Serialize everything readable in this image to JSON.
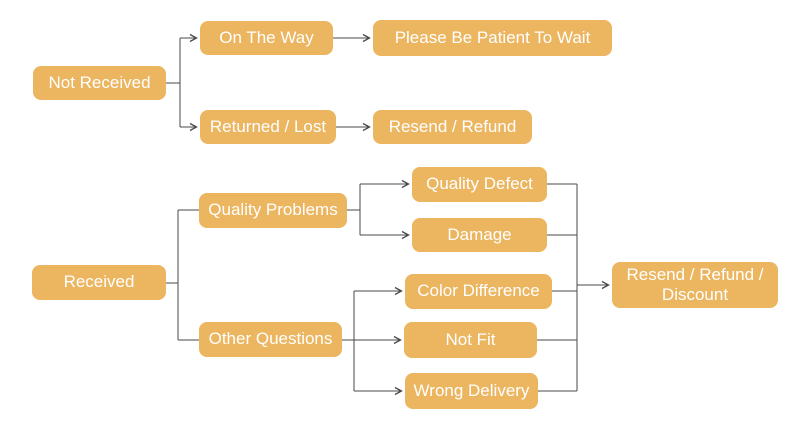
{
  "colors": {
    "node_fill": "#ECB55F",
    "node_text": "#FFFFFF",
    "connector": "#4A4A4A",
    "background": "#FFFFFF"
  },
  "nodes": {
    "not_received": "Not Received",
    "on_the_way": "On The Way",
    "please_be_patient": "Please Be Patient To Wait",
    "returned_lost": "Returned / Lost",
    "resend_refund": "Resend / Refund",
    "received": "Received",
    "quality_problems": "Quality Problems",
    "quality_defect": "Quality Defect",
    "damage": "Damage",
    "other_questions": "Other Questions",
    "color_difference": "Color Difference",
    "not_fit": "Not Fit",
    "wrong_delivery": "Wrong Delivery",
    "resend_refund_discount": "Resend / Refund / Discount"
  },
  "edges": [
    {
      "from": "not_received",
      "to": "on_the_way"
    },
    {
      "from": "not_received",
      "to": "returned_lost"
    },
    {
      "from": "on_the_way",
      "to": "please_be_patient"
    },
    {
      "from": "returned_lost",
      "to": "resend_refund"
    },
    {
      "from": "received",
      "to": "quality_problems"
    },
    {
      "from": "received",
      "to": "other_questions"
    },
    {
      "from": "quality_problems",
      "to": "quality_defect"
    },
    {
      "from": "quality_problems",
      "to": "damage"
    },
    {
      "from": "other_questions",
      "to": "color_difference"
    },
    {
      "from": "other_questions",
      "to": "not_fit"
    },
    {
      "from": "other_questions",
      "to": "wrong_delivery"
    },
    {
      "from": "quality_defect",
      "to": "resend_refund_discount"
    },
    {
      "from": "damage",
      "to": "resend_refund_discount"
    },
    {
      "from": "color_difference",
      "to": "resend_refund_discount"
    },
    {
      "from": "not_fit",
      "to": "resend_refund_discount"
    },
    {
      "from": "wrong_delivery",
      "to": "resend_refund_discount"
    }
  ]
}
